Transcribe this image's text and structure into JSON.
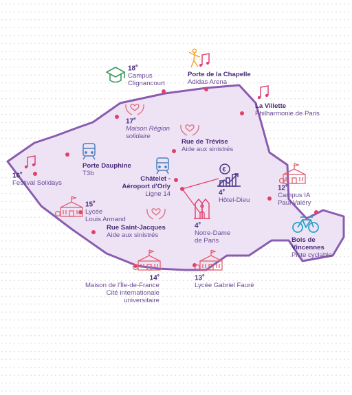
{
  "colors": {
    "region_fill": "#eee3f5",
    "region_stroke": "#8a5cb0",
    "marker": "#e0406a",
    "culture_icon": "#e0407a",
    "sport_icon": "#f0a830",
    "education_icon": "#3d9a5c",
    "transport_icon": "#4a7fc0",
    "building_icon": "#e06070",
    "solidarity_icon": "#e07080",
    "connector_line": "#e0406a"
  },
  "labels": {
    "campus_clignancourt": {
      "number": "18",
      "sup": "e",
      "lines": [
        "Campus",
        "Clignancourt"
      ],
      "icon": "graduation-cap-icon"
    },
    "porte_chapelle": {
      "title": "Porte de la Chapelle",
      "sub": "Adidas Arena",
      "icon": "dancer-music-icon"
    },
    "la_villette": {
      "title": "La Villette",
      "sub": "Philharmonie de Paris",
      "icon": "music-note-icon"
    },
    "maison_region": {
      "number": "17",
      "sup": "e",
      "lines": [
        "Maison Région",
        "solidaire"
      ],
      "icon": "heart-hands-icon"
    },
    "rue_trevise": {
      "title": "Rue de Trévise",
      "sub": "Aide aux sinistrés",
      "icon": "heart-hands-icon"
    },
    "porte_dauphine": {
      "title": "Porte Dauphine",
      "sub": "T3b",
      "icon": "train-icon"
    },
    "festival_solidays": {
      "number": "16",
      "sup": "e",
      "lines": [
        "Festival Solidays"
      ],
      "icon": "music-note-icon"
    },
    "chatelet": {
      "title_lines": [
        "Châtelet -",
        "Aéroport d'Orly"
      ],
      "sub": "Ligne 14",
      "icon": "train-icon"
    },
    "hotel_dieu": {
      "number": "4",
      "sup": "e",
      "lines": [
        "Hôtel-Dieu"
      ],
      "icon": "euro-growth-icon"
    },
    "notre_dame": {
      "number": "4",
      "sup": "e",
      "lines": [
        "Notre-Dame",
        "de Paris"
      ],
      "icon": "cathedral-icon"
    },
    "campus_ia": {
      "number": "12",
      "sup": "e",
      "lines": [
        "Campus IA",
        "Paul Valéry"
      ],
      "icon": "school-building-icon"
    },
    "lycee_louis_armand": {
      "number": "15",
      "sup": "e",
      "lines": [
        "Lycée",
        "Louis Armand"
      ],
      "icon": "school-building-icon"
    },
    "rue_saint_jacques": {
      "title": "Rue Saint-Jacques",
      "sub": "Aide aux sinistrés",
      "icon": "heart-hands-icon"
    },
    "bois_vincennes": {
      "title_lines": [
        "Bois de",
        "Vincennes"
      ],
      "sub": "Piste cyclable",
      "icon": "bicycle-icon"
    },
    "cite_universitaire": {
      "number": "14",
      "sup": "e",
      "lines": [
        "Maison de l'Île-de-France",
        "Cité internationale",
        "universitaire"
      ],
      "icon": "school-building-icon"
    },
    "lycee_faure": {
      "number": "13",
      "sup": "e",
      "lines": [
        "Lycée Gabriel Fauré"
      ],
      "icon": "school-building-icon"
    }
  }
}
